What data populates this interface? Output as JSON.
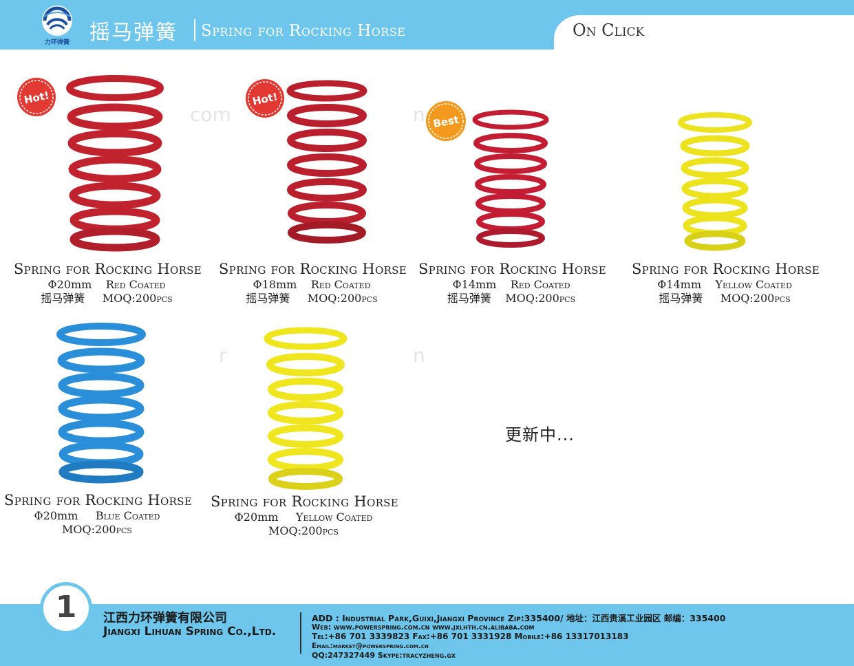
{
  "header": {
    "title_cn": "摇马弹簧",
    "title_en": "Spring for Rocking Horse",
    "on_click": "On Click",
    "logo_text": "力环弹簧"
  },
  "products": [
    {
      "title": "Spring for Rocking Horse",
      "diameter": "Φ20mm",
      "coating": "Red Coated",
      "name_cn": "摇马弹簧",
      "moq": "MOQ:200pcs",
      "badge": "Hot!",
      "color": "#c1232e"
    },
    {
      "title": "Spring for Rocking Horse",
      "diameter": "Φ18mm",
      "coating": "Red Coated",
      "name_cn": "摇马弹簧",
      "moq": "MOQ:200pcs",
      "badge": "Hot!",
      "color": "#b91f2c"
    },
    {
      "title": "Spring for Rocking Horse",
      "diameter": "Φ14mm",
      "coating": "Red Coated",
      "name_cn": "摇马弹簧",
      "moq": "MOQ:200pcs",
      "badge": "Best",
      "color": "#c31d33"
    },
    {
      "title": "Spring for Rocking Horse",
      "diameter": "Φ14mm",
      "coating": "Yellow Coated",
      "name_cn": "摇马弹簧",
      "moq": "MOQ:200pcs",
      "badge": "",
      "color": "#ece21e"
    },
    {
      "title": "Spring for Rocking Horse",
      "diameter": "Φ20mm",
      "coating": "Blue Coated",
      "name_cn": "",
      "moq": "MOQ:200pcs",
      "badge": "",
      "color": "#2a8ed8"
    },
    {
      "title": "Spring for Rocking Horse",
      "diameter": "Φ20mm",
      "coating": "Yellow Coated",
      "name_cn": "",
      "moq": "MOQ:200pcs",
      "badge": "",
      "color": "#f0e61f"
    }
  ],
  "updating_text": "更新中...",
  "footer": {
    "page_number": "1",
    "company_cn": "江西力环弹簧有限公司",
    "company_en": "Jiangxi Lihuan Spring Co.,Ltd.",
    "address": "ADD : Industrial Park,Guixi,Jiangxi Province  Zip:335400/ 地址：江西贵溪工业园区  邮编：335400",
    "web": "Web: www.powerspring.com.cn       www.jxlhth.cn.alibaba.com",
    "tel": "Tel:+86 701 3339823    Fax:+86 701 3331928    Mobile:+86 13317013183",
    "email": "Email:market@powerspring.com.cn",
    "qq": "QQ:247327449    Skype:tracyzheng.gx"
  },
  "colors": {
    "header_blue": "#6ec6ec",
    "hot_badge": "#e23a33",
    "best_badge": "#f39a1e"
  }
}
